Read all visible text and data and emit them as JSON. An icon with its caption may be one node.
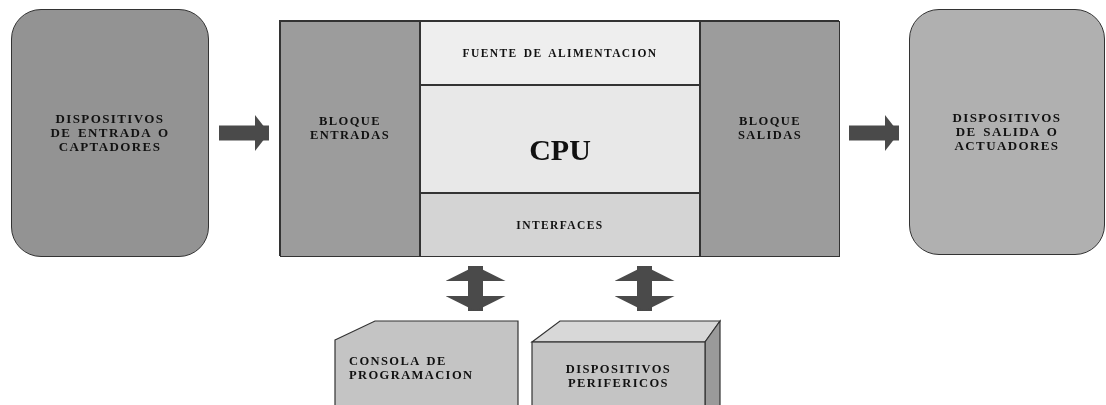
{
  "diagram": {
    "nodes": [
      {
        "text": [
          "DISPOSITIVOS DE ENTRADA O CAPTADORES"
        ]
      },
      {
        "text": [],
        "shape": "box"
      },
      {
        "text": [
          "BLOQUE ENTRADAS"
        ],
        "in": 1
      },
      {
        "text": [
          "FUENTE DE ALIMENTACION"
        ],
        "in": 1
      },
      {
        "text": [
          "CPU"
        ],
        "in": 1
      },
      {
        "text": [
          "INTERFACES"
        ],
        "in": 1
      },
      {
        "text": [
          "BLOQUE SALIDAS"
        ],
        "in": 1
      },
      {
        "text": [
          "DISPOSITIVOS DE SALIDA O ACTUADORES"
        ]
      },
      {
        "text": [
          "CONSOLA DE PROGRAMACION"
        ]
      },
      {
        "text": [
          "DISPOSITIVOS PERIFERICOS"
        ]
      }
    ],
    "edges": [
      {
        "from": 0,
        "to": 2,
        "arrow": "to"
      },
      {
        "from": 6,
        "to": 7,
        "arrow": "to"
      },
      {
        "from": 5,
        "to": 8,
        "arrow": "both"
      },
      {
        "from": 5,
        "to": 9,
        "arrow": "both"
      }
    ]
  }
}
